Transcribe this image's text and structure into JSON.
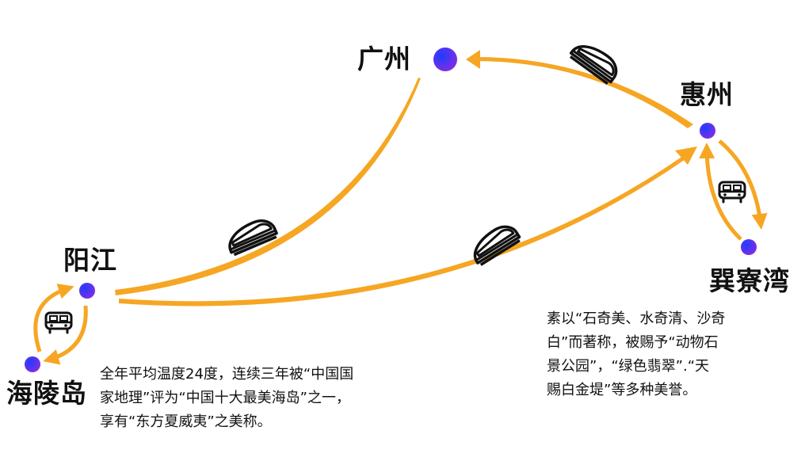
{
  "colors": {
    "route": "#F6A623",
    "node_start": "#1E3CFF",
    "node_end": "#8A2BE2",
    "icon_stroke": "#111111",
    "text": "#111111"
  },
  "cities": {
    "guangzhou": "广州",
    "huizhou": "惠州",
    "yangjiang": "阳江",
    "hailingdao": "海陵岛",
    "xunliaowan": "巽寮湾"
  },
  "descriptions": {
    "hailingdao": "全年平均温度24度，连续三年被“中国国\n家地理”评为“中国十大最美海岛”之一，\n享有“东方夏威夷”之美称。",
    "xunliaowan": "素以“石奇美、水奇清、沙奇\n白”而著称，被赐予“动物石\n景公园”，“绿色翡翠”.“天\n赐白金堤”等多种美誉。"
  },
  "routes": [
    {
      "from": "广州",
      "to": "阳江",
      "mode": "train-icon"
    },
    {
      "from": "惠州",
      "to": "广州",
      "mode": "train-icon"
    },
    {
      "from": "阳江",
      "to": "惠州",
      "mode": "train-icon"
    },
    {
      "from": "惠州",
      "to": "巽寮湾",
      "mode": "bus-icon"
    },
    {
      "from": "巽寮湾",
      "to": "惠州",
      "mode": "bus-icon"
    },
    {
      "from": "阳江",
      "to": "海陵岛",
      "mode": "bus-icon"
    },
    {
      "from": "海陵岛",
      "to": "阳江",
      "mode": "bus-icon"
    }
  ]
}
